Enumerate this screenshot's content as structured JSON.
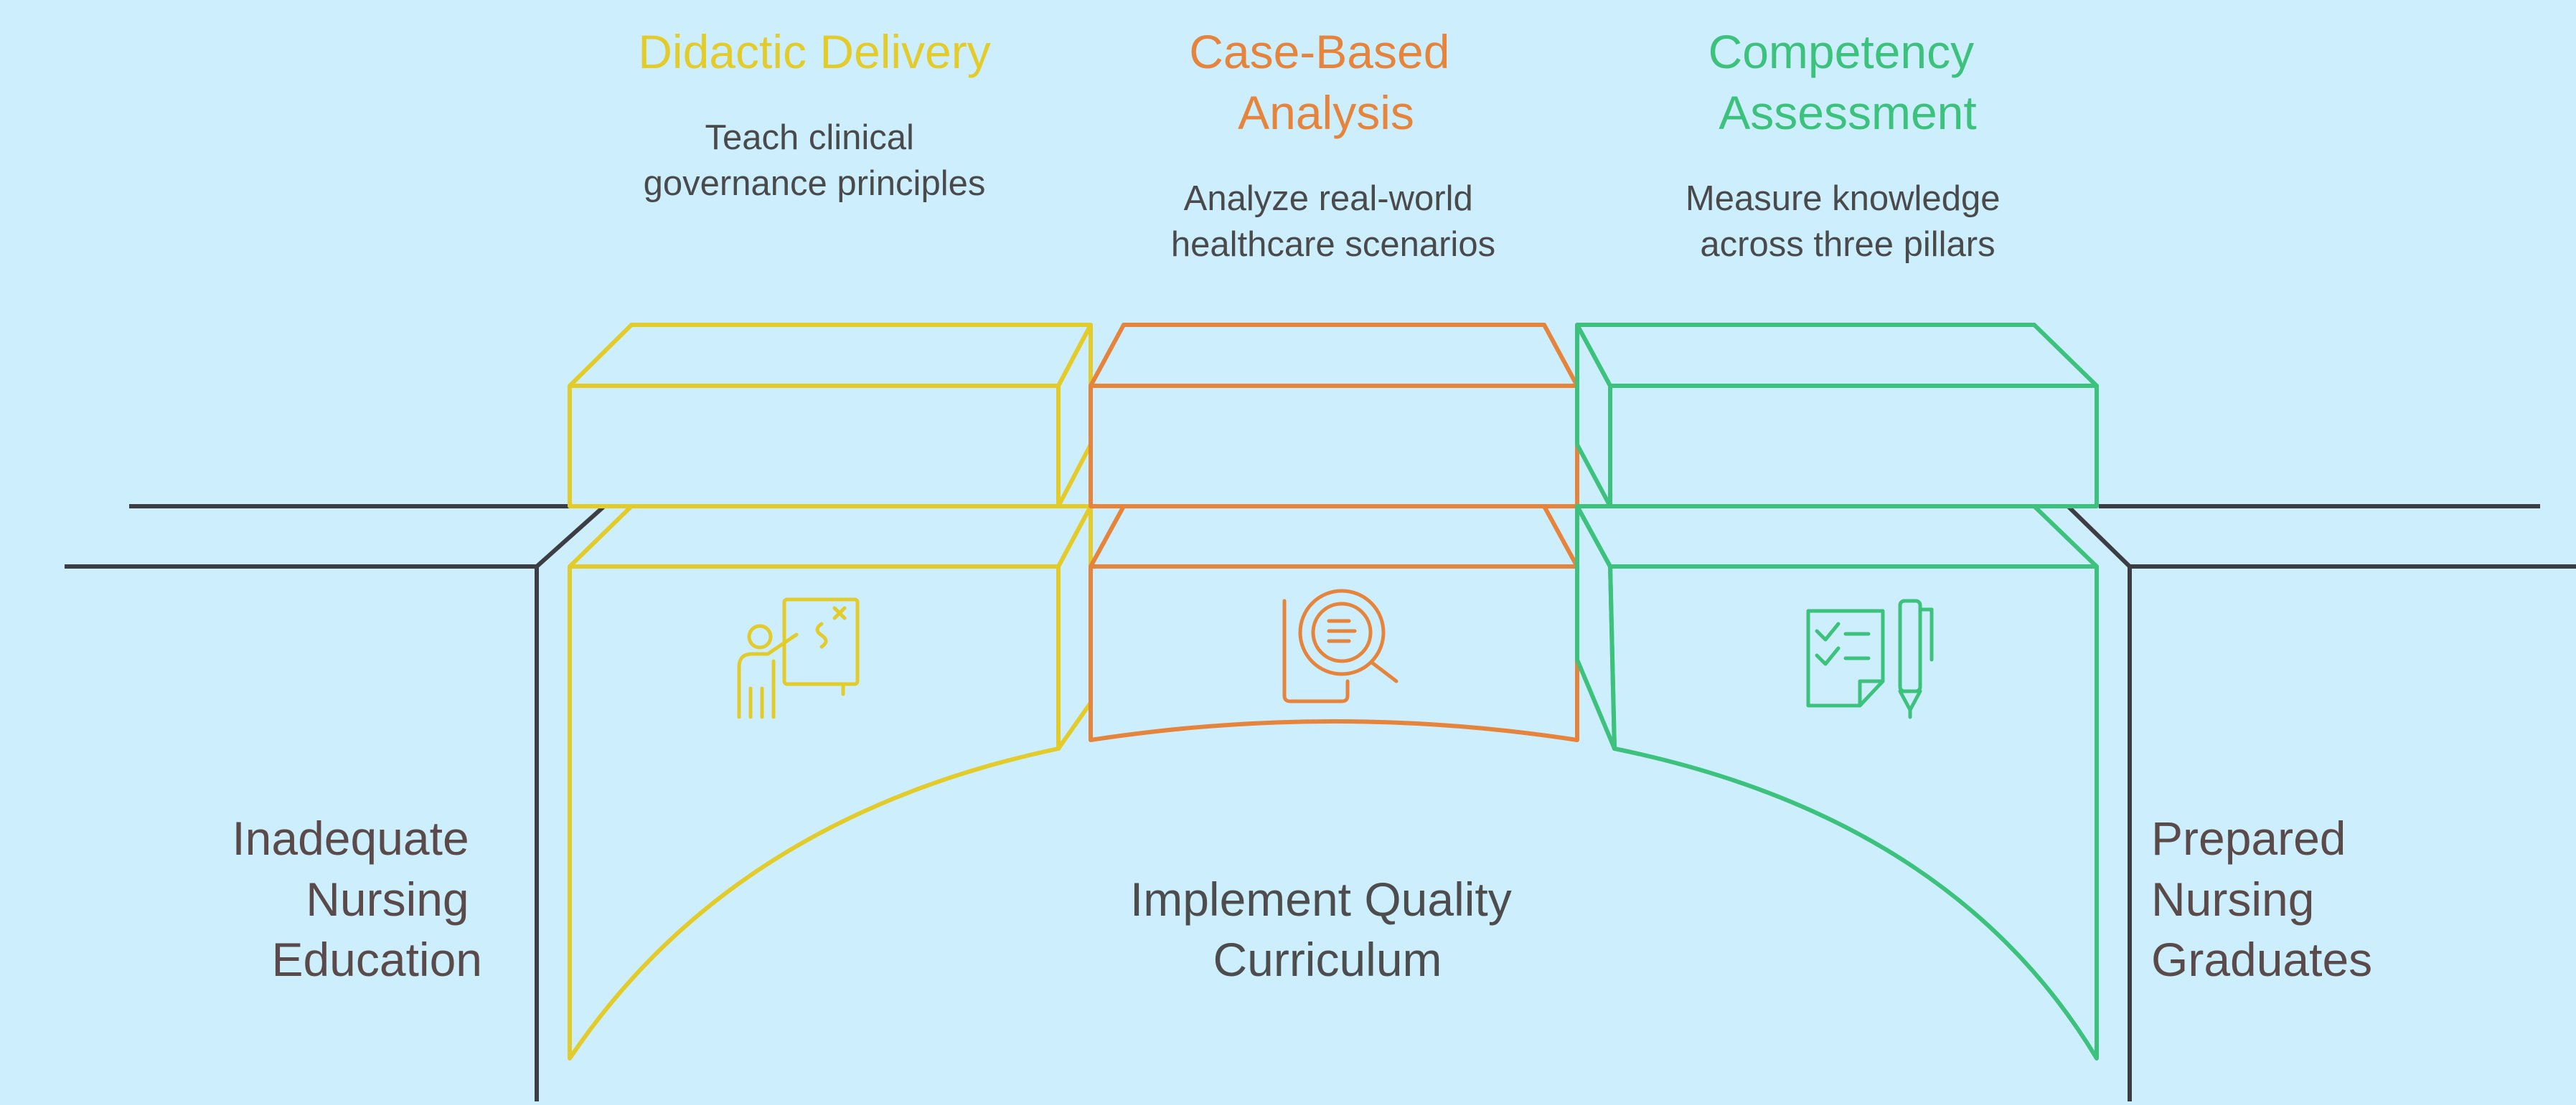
{
  "colors": {
    "background": "#cdeefd",
    "didactic": "#e3cc2a",
    "case_based": "#e5843a",
    "competency": "#3cc27c",
    "ground": "#3d3d44",
    "text": "#4d4d4d"
  },
  "left_label": [
    "Inadequate",
    "Nursing",
    "Education"
  ],
  "right_label": [
    "Prepared",
    "Nursing",
    "Graduates"
  ],
  "center_label": [
    "Implement Quality",
    "Curriculum"
  ],
  "pillars": [
    {
      "title": [
        "Didactic Delivery"
      ],
      "description": [
        "Teach clinical",
        "governance principles"
      ],
      "icon": "teacher-at-board-icon"
    },
    {
      "title": [
        "Case-Based",
        "Analysis"
      ],
      "description": [
        "Analyze real-world",
        "healthcare scenarios"
      ],
      "icon": "document-magnifier-icon"
    },
    {
      "title": [
        "Competency",
        "Assessment"
      ],
      "description": [
        "Measure knowledge",
        "across three pillars"
      ],
      "icon": "checklist-pen-icon"
    }
  ]
}
